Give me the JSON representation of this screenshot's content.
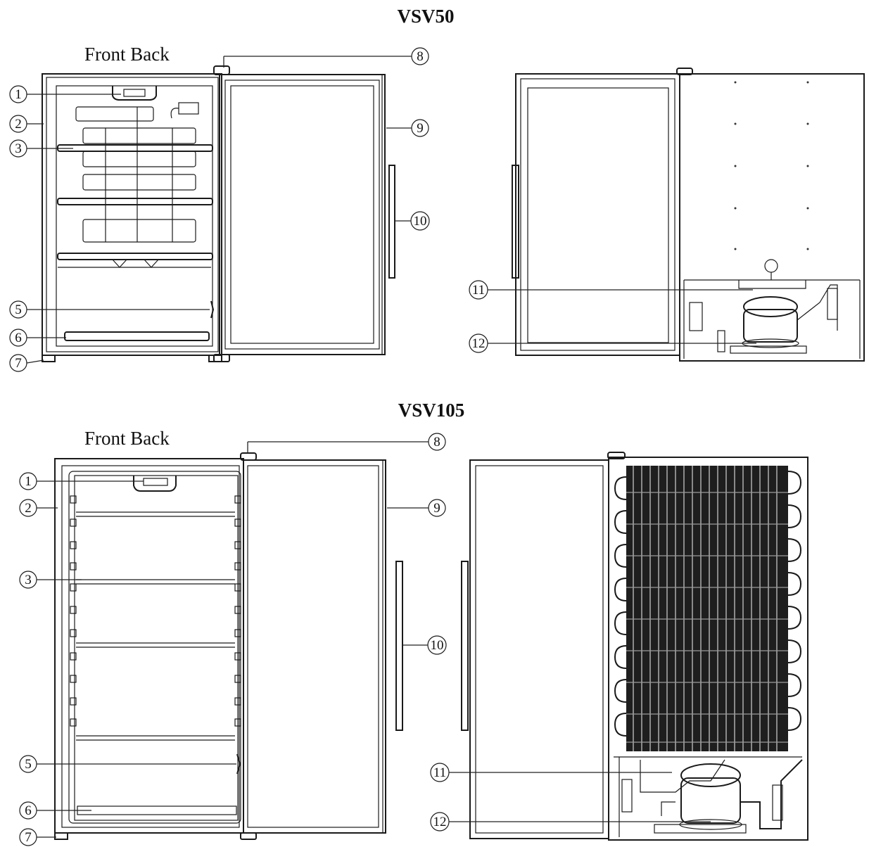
{
  "models": [
    {
      "title": "VSV50",
      "caption": "Front  Back"
    },
    {
      "title": "VSV105",
      "caption": "Front  Back"
    }
  ],
  "callouts": {
    "c1": "1",
    "c2": "2",
    "c3": "3",
    "c5": "5",
    "c6": "6",
    "c7": "7",
    "c8": "8",
    "c9": "9",
    "c10": "10",
    "c11": "11",
    "c12": "12"
  }
}
